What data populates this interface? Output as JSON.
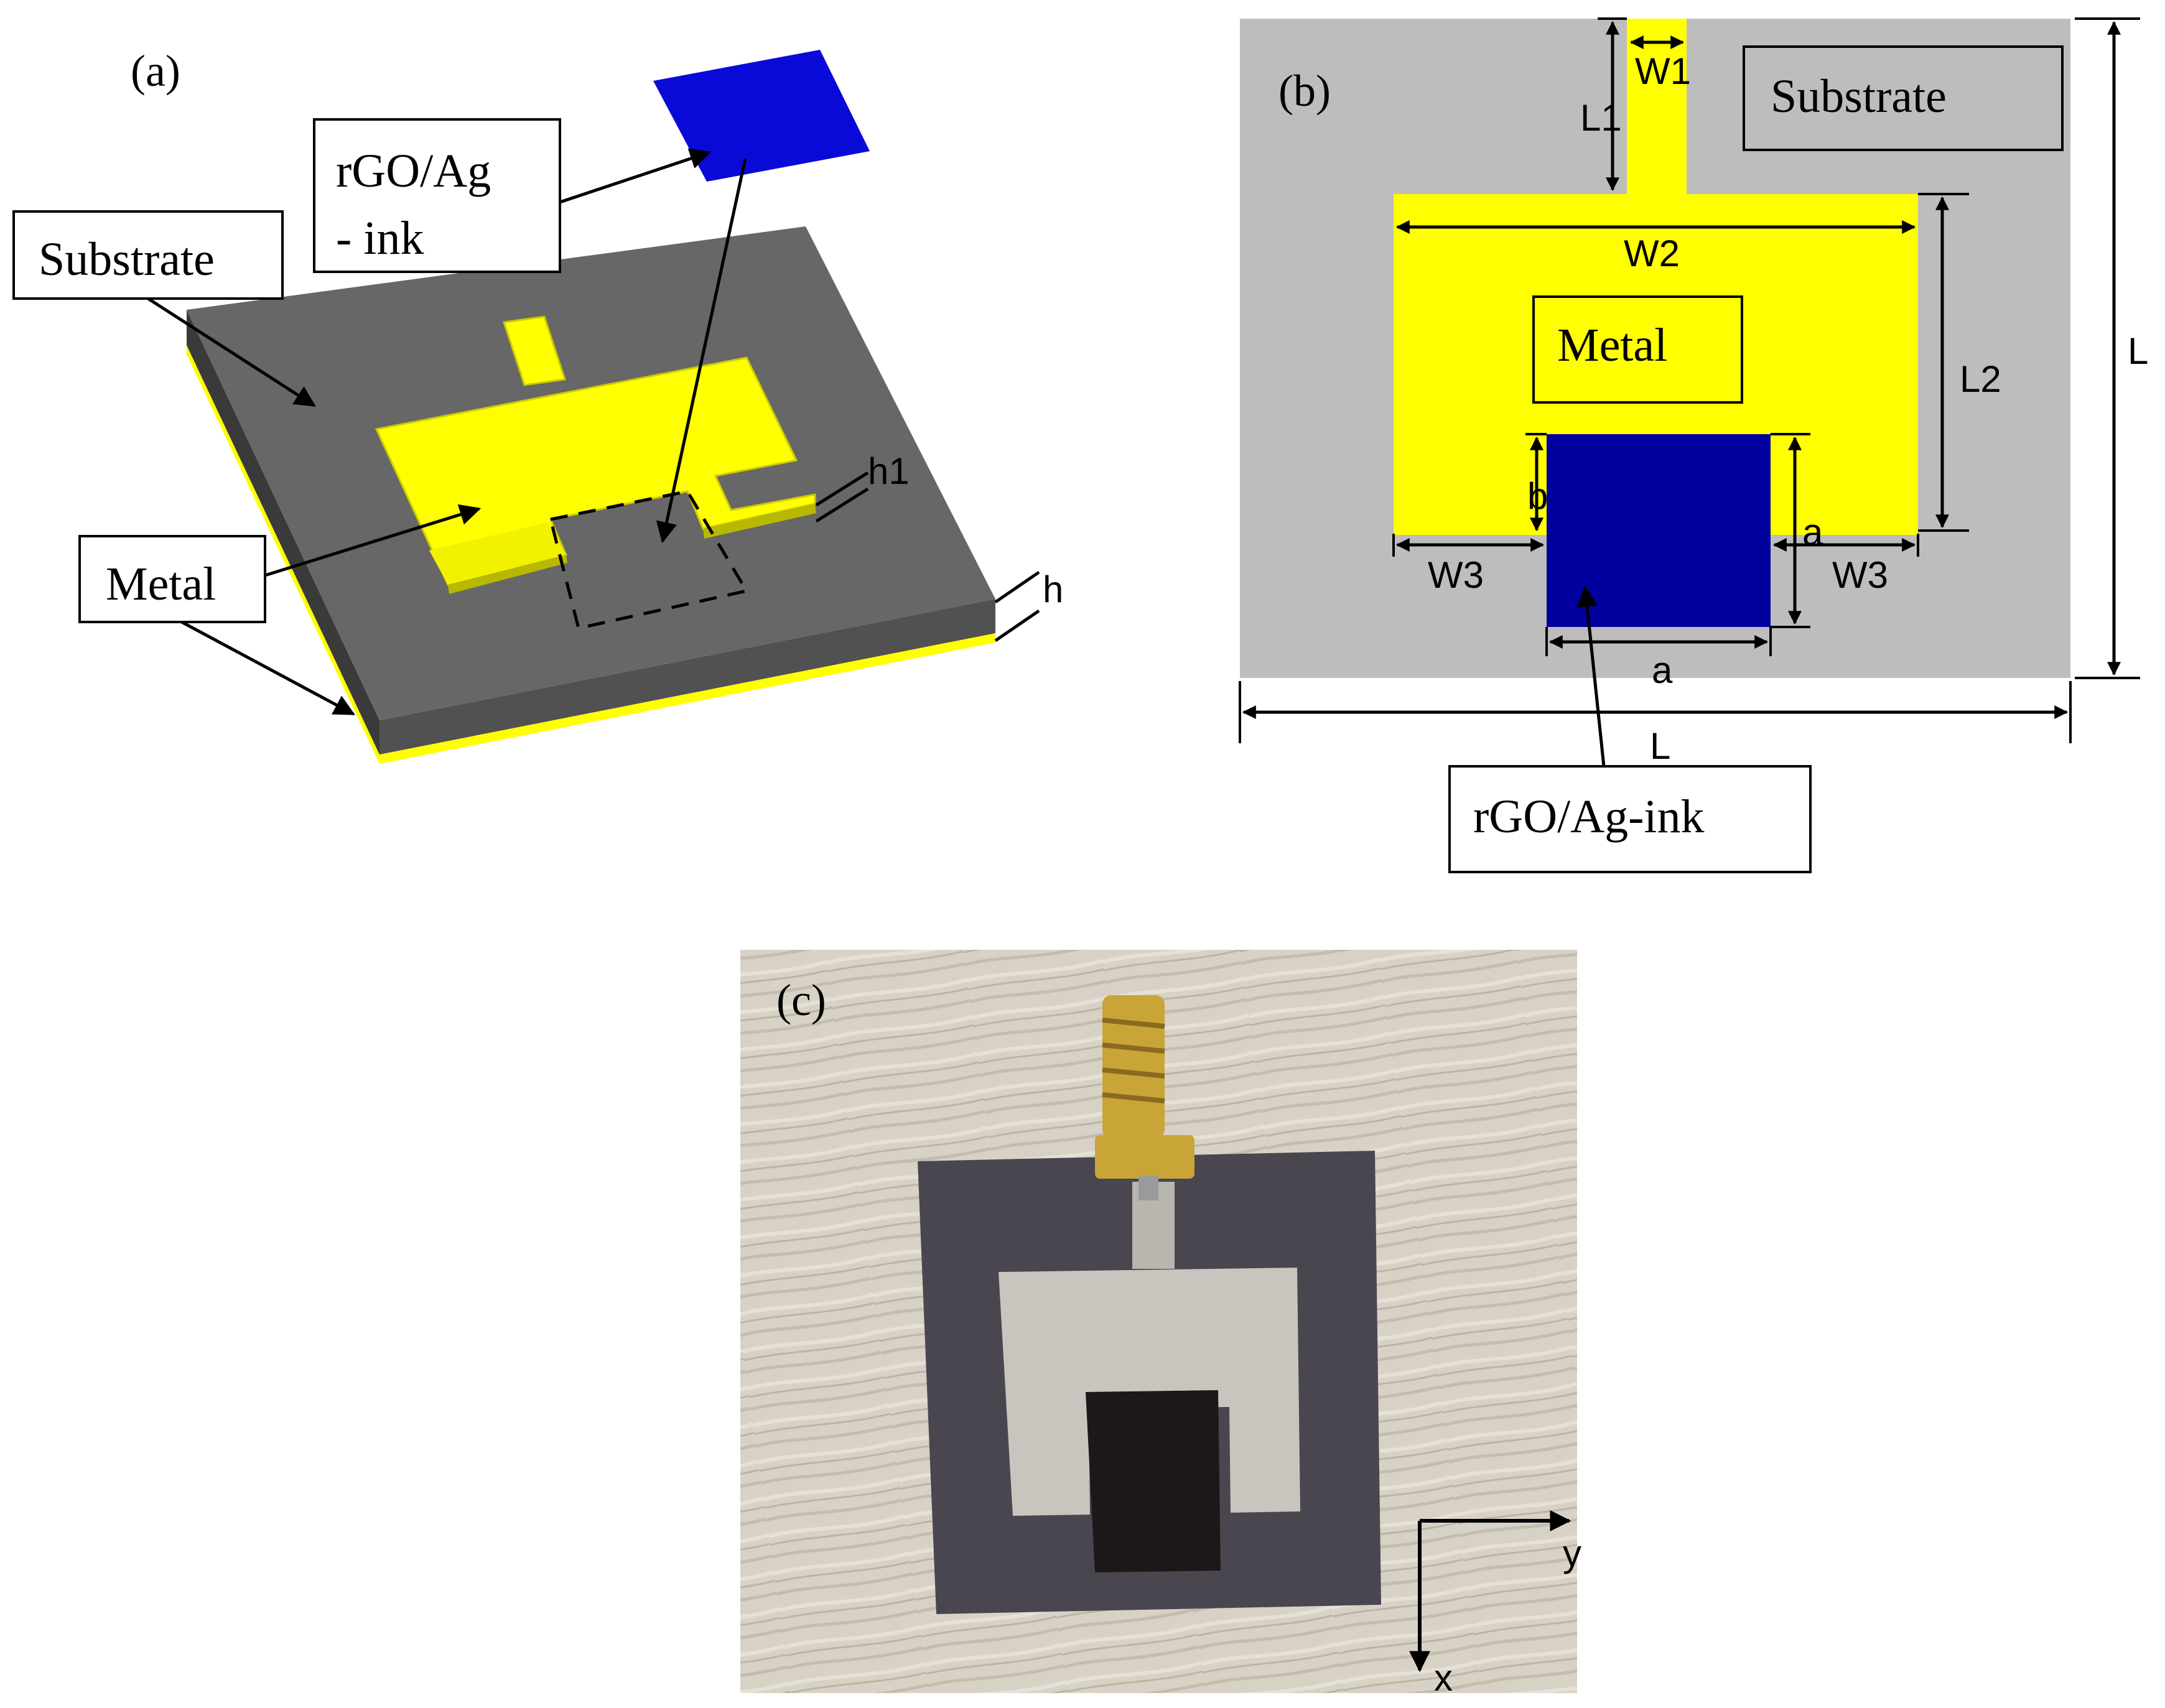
{
  "colors": {
    "substrate_gray": "#bdbdbd",
    "substrate_dark": "#676767",
    "substrate_side": "#3a3a3a",
    "metal_yellow": "#ffff00",
    "ink_blue": "#00009f",
    "ink_blue_3d": "#0a0ad8",
    "photo_bg": "#d7d1c4",
    "photo_board": "#4a4650",
    "photo_metal": "#c8c5bf",
    "photo_ink": "#1c1719",
    "connector_gold": "#c9a437"
  },
  "panel_a": {
    "label": "(a)",
    "rgo_label_line1": "rGO/Ag",
    "rgo_label_line2": "- ink",
    "substrate_label": "Substrate",
    "metal_label": "Metal",
    "h1_label": "h1",
    "h_label": "h"
  },
  "panel_b": {
    "label": "(b)",
    "substrate_label": "Substrate",
    "metal_label": "Metal",
    "rgo_label": "rGO/Ag-ink",
    "dim_W1": "W1",
    "dim_L1": "L1",
    "dim_W2": "W2",
    "dim_L2": "L2",
    "dim_L_right": "L",
    "dim_L_bottom": "L",
    "dim_b": "b",
    "dim_a_side": "a",
    "dim_a_bottom": "a",
    "dim_W3_left": "W3",
    "dim_W3_right": "W3"
  },
  "panel_c": {
    "label": "(c)",
    "axis_y": "y",
    "axis_x": "x"
  }
}
